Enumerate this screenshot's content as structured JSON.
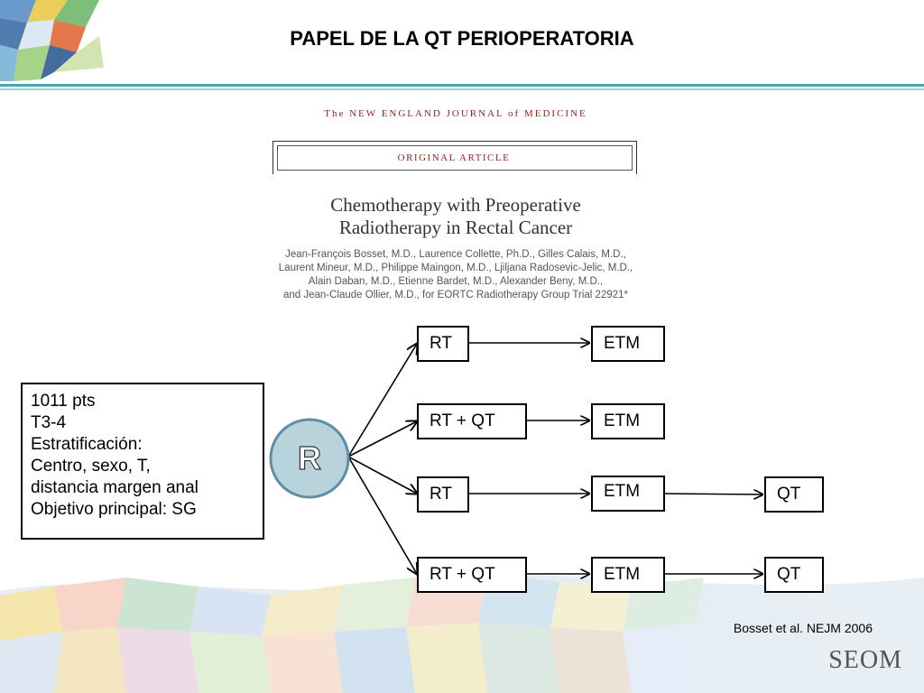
{
  "slide": {
    "title": "PAPEL DE LA QT PERIOPERATORIA"
  },
  "article": {
    "journal": "The NEW ENGLAND JOURNAL of MEDICINE",
    "type": "ORIGINAL ARTICLE",
    "title_lines": [
      "Chemotherapy with Preoperative",
      "Radiotherapy in Rectal Cancer"
    ],
    "authors": [
      "Jean-François Bosset, M.D., Laurence Collette, Ph.D., Gilles Calais, M.D.,",
      "Laurent Mineur, M.D., Philippe Maingon, M.D., Ljiljana Radosevic-Jelic, M.D.,",
      "Alain Daban, M.D., Etienne Bardet, M.D., Alexander Beny, M.D.,",
      "and Jean-Claude Ollier, M.D., for EORTC Radiotherapy Group Trial 22921*"
    ]
  },
  "study": {
    "lines": [
      "1011 pts",
      "T3-4",
      "Estratificación:",
      "Centro, sexo, T,",
      "distancia margen anal",
      "Objetivo principal: SG"
    ]
  },
  "randomization": {
    "label": "R"
  },
  "arms": [
    {
      "treatment": "RT",
      "surgery": "ETM",
      "adjuvant": ""
    },
    {
      "treatment": "RT + QT",
      "surgery": "ETM",
      "adjuvant": ""
    },
    {
      "treatment": "RT",
      "surgery": "ETM",
      "adjuvant": "QT"
    },
    {
      "treatment": "RT + QT",
      "surgery": "ETM",
      "adjuvant": "QT"
    }
  ],
  "citation": "Bosset et al. NEJM 2006",
  "logo": {
    "text": "SEOM"
  },
  "colors": {
    "accent_line": "#4aa5b3",
    "circle_fill": "#b8d3dc",
    "circle_stroke": "#5c8fa3",
    "journal_red": "#9b1c1c"
  }
}
